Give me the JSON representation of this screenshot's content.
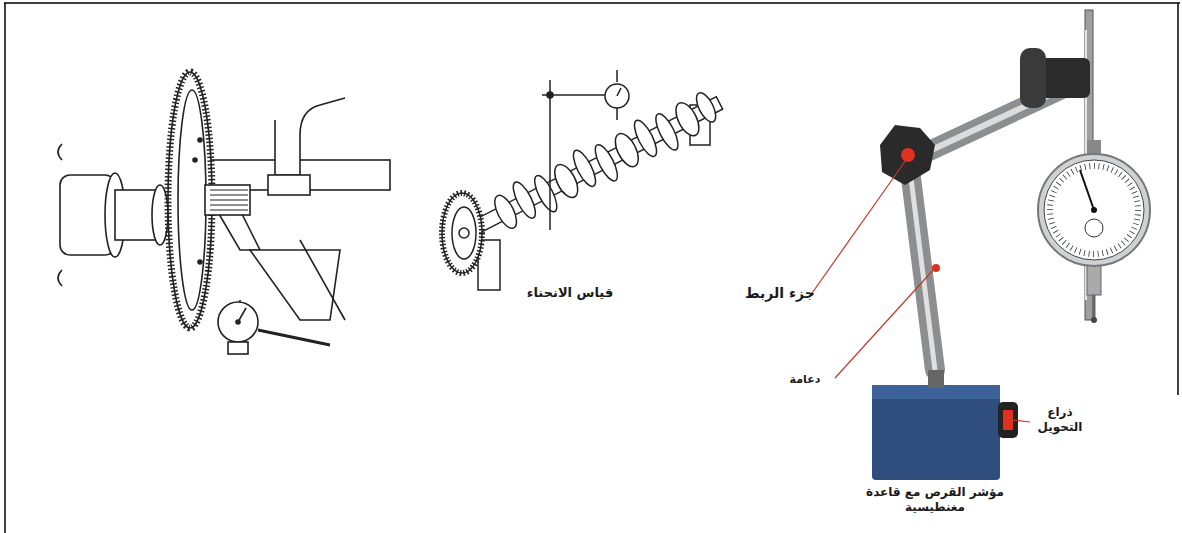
{
  "diagram": {
    "labels": [
      "قياس الانحناء",
      "جزء الربط",
      "دعامة",
      "ذراع التحويل",
      "مؤشر القرص مع قاعدة مغنطيسية"
    ]
  }
}
